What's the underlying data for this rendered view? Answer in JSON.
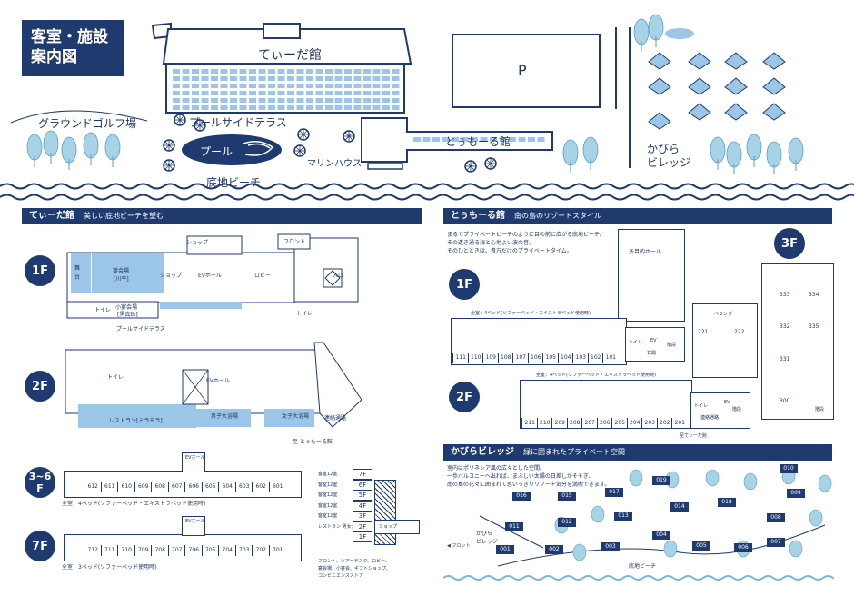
{
  "title": {
    "line1": "客室・施設",
    "line2": "案内図"
  },
  "map": {
    "teeda": "てぃーだ館",
    "parking": "P",
    "ground_golf": "グラウンドゴルフ場",
    "poolside": "プールサイドテラス",
    "pool": "プール",
    "beach": "底地ビーチ",
    "marine": "マリンハウス",
    "toumoru": "とぅもーる館",
    "kabira_line1": "かびら",
    "kabira_line2": "ビレッジ"
  },
  "teeda_section": {
    "header": "てぃーだ館",
    "subtitle": "美しい底地ビーチを望む",
    "floor1": {
      "badge": "1F",
      "shop": "ショップ",
      "front": "フロント",
      "stage_l1": "舞",
      "stage_l2": "台",
      "banquet_l1": "宴会場",
      "banquet_l2": "[川平]",
      "shop2": "ショップ",
      "ev": "EVホール",
      "lobby": "ロビー",
      "entrance": "入口",
      "toilet": "トイレ",
      "small_banquet_l1": "小宴会場",
      "small_banquet_l2": "[黒真珠]",
      "toilet2": "トイレ",
      "terrace": "プールサイドテラス"
    },
    "floor2": {
      "badge": "2F",
      "toilet": "トイレ",
      "ev": "EVホール",
      "restaurant": "レストラン[ミラモラ]",
      "mens": "男子大浴場",
      "womens": "女子大浴場",
      "passage": "連絡通路",
      "to_toumoru": "至 とぅもーる館"
    },
    "floor36": {
      "badge_l1": "3~6",
      "badge_l2": "F",
      "ev": "EVホール",
      "rooms": [
        "612",
        "611",
        "610",
        "609",
        "608",
        "607",
        "606",
        "605",
        "604",
        "603",
        "602",
        "601"
      ],
      "note": "全室：4ベッド(ソファーベッド・エキストラベッド使用時)"
    },
    "floor7": {
      "badge": "7F",
      "ev": "EVホール",
      "rooms": [
        "712",
        "711",
        "710",
        "709",
        "708",
        "707",
        "706",
        "705",
        "704",
        "703",
        "702",
        "701"
      ],
      "note": "全室：3ベッド(ソファーベッド使用時)"
    },
    "legend": {
      "rows": [
        {
          "left": "客室12室",
          "floor": "7F"
        },
        {
          "left": "客室12室",
          "floor": "6F"
        },
        {
          "left": "客室12室",
          "floor": "5F"
        },
        {
          "left": "客室12室",
          "floor": "4F"
        },
        {
          "left": "客室12室",
          "floor": "3F"
        },
        {
          "left": "レストラン 男女大浴場",
          "floor": "2F"
        },
        {
          "left": "",
          "floor": "1F"
        }
      ],
      "shop": "ショップ",
      "floor1_note_l1": "フロント、ツアーデスク、ロビー、",
      "floor1_note_l2": "宴会場、小宴会、ギフトショップ、",
      "floor1_note_l3": "コンビニエンスストア"
    }
  },
  "toumoru_section": {
    "header": "とぅもーる館",
    "subtitle": "南の島のリゾートスタイル",
    "desc_l1": "まるでプライベートビーチのように目の前に広がる底地ビーチ。",
    "desc_l2": "その透き通る海と心地よい波の音。",
    "desc_l3": "そのひとときは、貴方だけのプライベートタイム。",
    "hall": "多目的ホール",
    "floor1": {
      "badge": "1F",
      "note": "全室：4ベッド(ソファーベッド・エキストラベッド使用時)",
      "rooms": [
        "111",
        "110",
        "109",
        "108",
        "107",
        "106",
        "105",
        "104",
        "103",
        "102",
        "101"
      ],
      "toilet": "トイレ",
      "entrance": "玄関",
      "stairs": "階段",
      "ev": "EV"
    },
    "floor2": {
      "badge": "2F",
      "note": "全室：4ベッド(ソファーベッド・エキストラベッド使用時)",
      "rooms": [
        "211",
        "210",
        "209",
        "208",
        "207",
        "206",
        "205",
        "204",
        "203",
        "202",
        "201"
      ],
      "toilet": "トイレ",
      "ev": "EV",
      "stairs": "階段",
      "passage": "連絡通路",
      "to_teeda": "至てぃーだ館"
    },
    "floor3": {
      "badge": "3F",
      "veranda": "ベランダ",
      "rooms_a": [
        "221",
        "222"
      ],
      "rooms_b": [
        "333",
        "334",
        "332",
        "335",
        "331",
        "300"
      ],
      "stairs": "階段"
    }
  },
  "kabira_section": {
    "header": "かびらビレッジ",
    "subtitle": "緑に囲まれたプライベート空間",
    "desc_l1": "室内はポリネシア風の広々とした空間。",
    "desc_l2": "一歩バルコニーへ出れば、まぶしい太陽の日差しがそそぎ、",
    "desc_l3": "南の島の花々に囲まれて思いっきりリゾート気分を満喫できます。",
    "front": "◀ フロント",
    "sign_l1": "かびら",
    "sign_l2": "ビレッジ",
    "beach": "底地ビーチ",
    "villas": [
      "010",
      "019",
      "016",
      "015",
      "017",
      "009",
      "018",
      "014",
      "011",
      "012",
      "013",
      "008",
      "004",
      "007",
      "005",
      "006",
      "001",
      "002",
      "003"
    ]
  }
}
